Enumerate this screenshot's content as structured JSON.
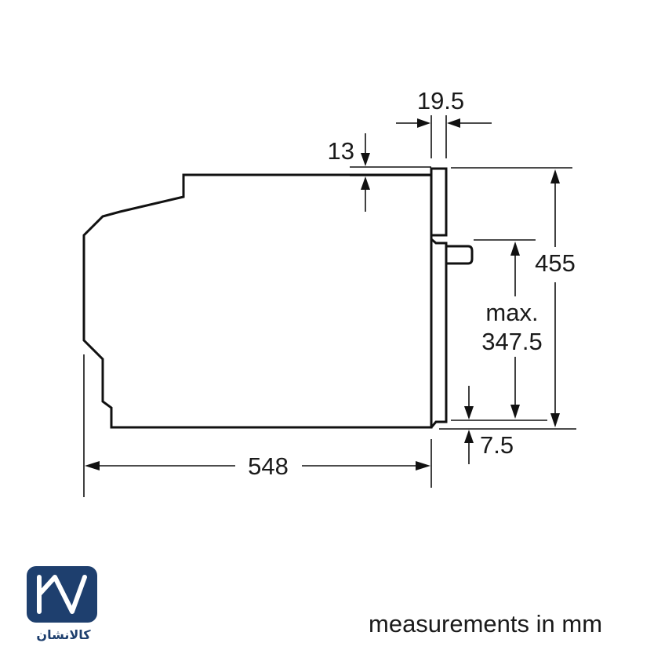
{
  "dimensions": {
    "top_gap": "13",
    "panel_width": "19.5",
    "total_height": "455",
    "max_label_1": "max.",
    "max_label_2": "347.5",
    "bottom_gap": "7.5",
    "depth": "548"
  },
  "note": "measurements in mm",
  "logo": {
    "text": "کالانشان",
    "color": "#1e3f6e"
  }
}
